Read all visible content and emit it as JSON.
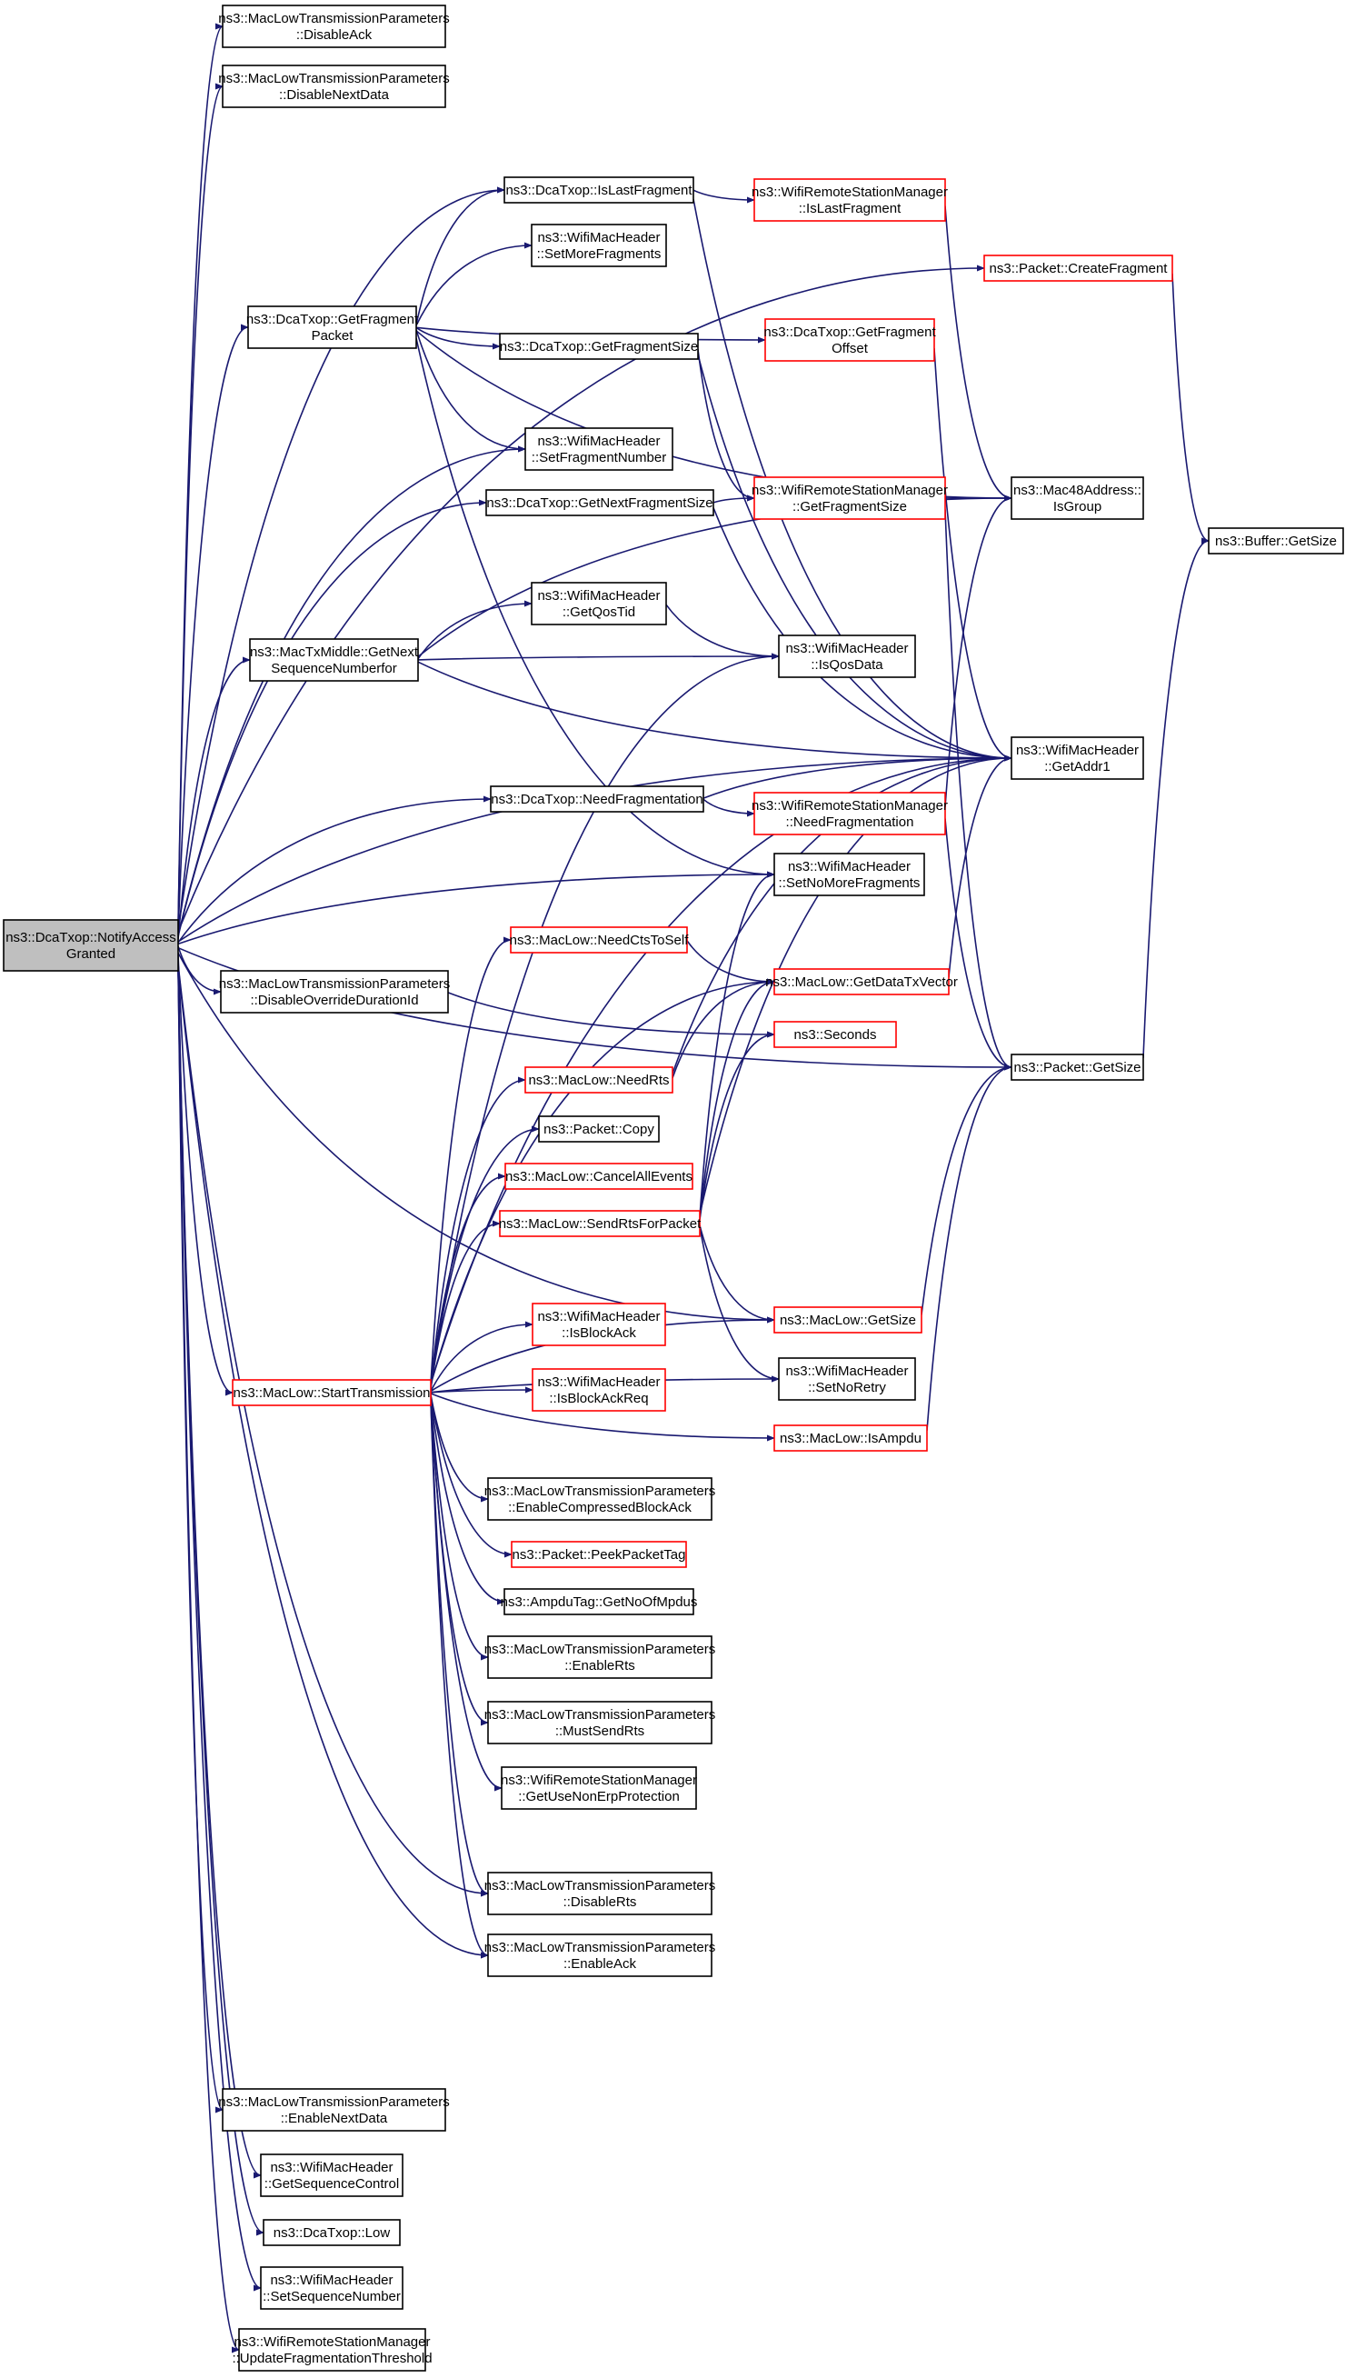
{
  "colors": {
    "edge": "#191970",
    "node_border_normal": "#000000",
    "node_border_truncated": "#ff0000",
    "root_fill": "#bfbfbf"
  },
  "nodes": {
    "root": {
      "lines": [
        "ns3::DcaTxop::NotifyAccess",
        "Granted"
      ],
      "kind": "root"
    },
    "disableAck": {
      "lines": [
        "ns3::MacLowTransmissionParameters",
        "::DisableAck"
      ],
      "kind": "black"
    },
    "disableNextData": {
      "lines": [
        "ns3::MacLowTransmissionParameters",
        "::DisableNextData"
      ],
      "kind": "black"
    },
    "isLastFragment": {
      "lines": [
        "ns3::DcaTxop::IsLastFragment"
      ],
      "kind": "black"
    },
    "setMoreFragments": {
      "lines": [
        "ns3::WifiMacHeader",
        "::SetMoreFragments"
      ],
      "kind": "black"
    },
    "getFragmentPacket": {
      "lines": [
        "ns3::DcaTxop::GetFragment",
        "Packet"
      ],
      "kind": "black"
    },
    "getFragmentSize": {
      "lines": [
        "ns3::DcaTxop::GetFragmentSize"
      ],
      "kind": "black"
    },
    "setFragmentNumber": {
      "lines": [
        "ns3::WifiMacHeader",
        "::SetFragmentNumber"
      ],
      "kind": "black"
    },
    "getNextFragmentSize": {
      "lines": [
        "ns3::DcaTxop::GetNextFragmentSize"
      ],
      "kind": "black"
    },
    "getQosTid": {
      "lines": [
        "ns3::WifiMacHeader",
        "::GetQosTid"
      ],
      "kind": "black"
    },
    "getNextSeq": {
      "lines": [
        "ns3::MacTxMiddle::GetNext",
        "SequenceNumberfor"
      ],
      "kind": "black"
    },
    "needFragmentation": {
      "lines": [
        "ns3::DcaTxop::NeedFragmentation"
      ],
      "kind": "black"
    },
    "wrsmIsLastFragment": {
      "lines": [
        "ns3::WifiRemoteStationManager",
        "::IsLastFragment"
      ],
      "kind": "red"
    },
    "createFragment": {
      "lines": [
        "ns3::Packet::CreateFragment"
      ],
      "kind": "red"
    },
    "getFragmentOffset": {
      "lines": [
        "ns3::DcaTxop::GetFragment",
        "Offset"
      ],
      "kind": "red"
    },
    "wrsmGetFragmentSize": {
      "lines": [
        "ns3::WifiRemoteStationManager",
        "::GetFragmentSize"
      ],
      "kind": "red"
    },
    "isGroup": {
      "lines": [
        "ns3::Mac48Address::",
        "IsGroup"
      ],
      "kind": "black"
    },
    "bufferGetSize": {
      "lines": [
        "ns3::Buffer::GetSize"
      ],
      "kind": "black"
    },
    "isQosData": {
      "lines": [
        "ns3::WifiMacHeader",
        "::IsQosData"
      ],
      "kind": "black"
    },
    "getAddr1": {
      "lines": [
        "ns3::WifiMacHeader",
        "::GetAddr1"
      ],
      "kind": "black"
    },
    "wrsmNeedFragmentation": {
      "lines": [
        "ns3::WifiRemoteStationManager",
        "::NeedFragmentation"
      ],
      "kind": "red"
    },
    "setNoMoreFragments": {
      "lines": [
        "ns3::WifiMacHeader",
        "::SetNoMoreFragments"
      ],
      "kind": "black"
    },
    "disableOverride": {
      "lines": [
        "ns3::MacLowTransmissionParameters",
        "::DisableOverrideDurationId"
      ],
      "kind": "black"
    },
    "needCtsToSelf": {
      "lines": [
        "ns3::MacLow::NeedCtsToSelf"
      ],
      "kind": "red"
    },
    "getDataTxVector": {
      "lines": [
        "ns3::MacLow::GetDataTxVector"
      ],
      "kind": "red"
    },
    "seconds": {
      "lines": [
        "ns3::Seconds"
      ],
      "kind": "red"
    },
    "needRts": {
      "lines": [
        "ns3::MacLow::NeedRts"
      ],
      "kind": "red"
    },
    "packetGetSize": {
      "lines": [
        "ns3::Packet::GetSize"
      ],
      "kind": "black"
    },
    "packetCopy": {
      "lines": [
        "ns3::Packet::Copy"
      ],
      "kind": "black"
    },
    "cancelAllEvents": {
      "lines": [
        "ns3::MacLow::CancelAllEvents"
      ],
      "kind": "red"
    },
    "sendRtsForPacket": {
      "lines": [
        "ns3::MacLow::SendRtsForPacket"
      ],
      "kind": "red"
    },
    "macLowGetSize": {
      "lines": [
        "ns3::MacLow::GetSize"
      ],
      "kind": "red"
    },
    "isBlockAck": {
      "lines": [
        "ns3::WifiMacHeader",
        "::IsBlockAck"
      ],
      "kind": "red"
    },
    "setNoRetry": {
      "lines": [
        "ns3::WifiMacHeader",
        "::SetNoRetry"
      ],
      "kind": "black"
    },
    "startTransmission": {
      "lines": [
        "ns3::MacLow::StartTransmission"
      ],
      "kind": "red"
    },
    "isBlockAckReq": {
      "lines": [
        "ns3::WifiMacHeader",
        "::IsBlockAckReq"
      ],
      "kind": "red"
    },
    "isAmpdu": {
      "lines": [
        "ns3::MacLow::IsAmpdu"
      ],
      "kind": "red"
    },
    "enableCompressedBlockAck": {
      "lines": [
        "ns3::MacLowTransmissionParameters",
        "::EnableCompressedBlockAck"
      ],
      "kind": "black"
    },
    "peekPacketTag": {
      "lines": [
        "ns3::Packet::PeekPacketTag"
      ],
      "kind": "red"
    },
    "getNoOfMpdus": {
      "lines": [
        "ns3::AmpduTag::GetNoOfMpdus"
      ],
      "kind": "black"
    },
    "enableRts": {
      "lines": [
        "ns3::MacLowTransmissionParameters",
        "::EnableRts"
      ],
      "kind": "black"
    },
    "mustSendRts": {
      "lines": [
        "ns3::MacLowTransmissionParameters",
        "::MustSendRts"
      ],
      "kind": "black"
    },
    "getUseNonErp": {
      "lines": [
        "ns3::WifiRemoteStationManager",
        "::GetUseNonErpProtection"
      ],
      "kind": "black"
    },
    "disableRts": {
      "lines": [
        "ns3::MacLowTransmissionParameters",
        "::DisableRts"
      ],
      "kind": "black"
    },
    "enableAck": {
      "lines": [
        "ns3::MacLowTransmissionParameters",
        "::EnableAck"
      ],
      "kind": "black"
    },
    "enableNextData": {
      "lines": [
        "ns3::MacLowTransmissionParameters",
        "::EnableNextData"
      ],
      "kind": "black"
    },
    "getSequenceControl": {
      "lines": [
        "ns3::WifiMacHeader",
        "::GetSequenceControl"
      ],
      "kind": "black"
    },
    "dcaLow": {
      "lines": [
        "ns3::DcaTxop::Low"
      ],
      "kind": "black"
    },
    "setSequenceNumber": {
      "lines": [
        "ns3::WifiMacHeader",
        "::SetSequenceNumber"
      ],
      "kind": "black"
    },
    "updateFragThreshold": {
      "lines": [
        "ns3::WifiRemoteStationManager",
        "::UpdateFragmentationThreshold"
      ],
      "kind": "black"
    }
  },
  "edges": [
    [
      "root",
      "disableAck"
    ],
    [
      "root",
      "disableNextData"
    ],
    [
      "root",
      "isLastFragment"
    ],
    [
      "root",
      "getFragmentPacket"
    ],
    [
      "root",
      "setFragmentNumber"
    ],
    [
      "root",
      "getNextFragmentSize"
    ],
    [
      "root",
      "getNextSeq"
    ],
    [
      "root",
      "needFragmentation"
    ],
    [
      "root",
      "createFragment"
    ],
    [
      "root",
      "setNoMoreFragments"
    ],
    [
      "root",
      "getAddr1"
    ],
    [
      "root",
      "disableOverride"
    ],
    [
      "root",
      "startTransmission"
    ],
    [
      "root",
      "disableRts"
    ],
    [
      "root",
      "enableAck"
    ],
    [
      "root",
      "macLowGetSize"
    ],
    [
      "root",
      "packetGetSize"
    ],
    [
      "root",
      "enableNextData"
    ],
    [
      "root",
      "getSequenceControl"
    ],
    [
      "root",
      "dcaLow"
    ],
    [
      "root",
      "setSequenceNumber"
    ],
    [
      "root",
      "updateFragThreshold"
    ],
    [
      "isLastFragment",
      "wrsmIsLastFragment"
    ],
    [
      "isLastFragment",
      "getAddr1"
    ],
    [
      "getFragmentPacket",
      "isLastFragment"
    ],
    [
      "getFragmentPacket",
      "setMoreFragments"
    ],
    [
      "getFragmentPacket",
      "getFragmentSize"
    ],
    [
      "getFragmentPacket",
      "getFragmentOffset"
    ],
    [
      "getFragmentPacket",
      "setFragmentNumber"
    ],
    [
      "getFragmentPacket",
      "setNoMoreFragments"
    ],
    [
      "getFragmentPacket",
      "isGroup"
    ],
    [
      "getFragmentSize",
      "wrsmGetFragmentSize"
    ],
    [
      "getFragmentSize",
      "getAddr1"
    ],
    [
      "getNextFragmentSize",
      "wrsmGetFragmentSize"
    ],
    [
      "getNextFragmentSize",
      "getAddr1"
    ],
    [
      "getNextSeq",
      "getQosTid"
    ],
    [
      "getNextSeq",
      "isQosData"
    ],
    [
      "getNextSeq",
      "getAddr1"
    ],
    [
      "getNextSeq",
      "isGroup"
    ],
    [
      "getQosTid",
      "isQosData"
    ],
    [
      "needFragmentation",
      "wrsmNeedFragmentation"
    ],
    [
      "needFragmentation",
      "getAddr1"
    ],
    [
      "wrsmIsLastFragment",
      "isGroup"
    ],
    [
      "createFragment",
      "bufferGetSize"
    ],
    [
      "getFragmentOffset",
      "getAddr1"
    ],
    [
      "wrsmGetFragmentSize",
      "isGroup"
    ],
    [
      "wrsmGetFragmentSize",
      "packetGetSize"
    ],
    [
      "wrsmNeedFragmentation",
      "isGroup"
    ],
    [
      "wrsmNeedFragmentation",
      "packetGetSize"
    ],
    [
      "disableOverride",
      "seconds"
    ],
    [
      "needCtsToSelf",
      "getDataTxVector"
    ],
    [
      "needRts",
      "getDataTxVector"
    ],
    [
      "needRts",
      "getAddr1"
    ],
    [
      "getDataTxVector",
      "getAddr1"
    ],
    [
      "packetGetSize",
      "bufferGetSize"
    ],
    [
      "sendRtsForPacket",
      "getDataTxVector"
    ],
    [
      "sendRtsForPacket",
      "seconds"
    ],
    [
      "sendRtsForPacket",
      "macLowGetSize"
    ],
    [
      "sendRtsForPacket",
      "setNoRetry"
    ],
    [
      "sendRtsForPacket",
      "getAddr1"
    ],
    [
      "sendRtsForPacket",
      "setNoMoreFragments"
    ],
    [
      "macLowGetSize",
      "packetGetSize"
    ],
    [
      "isAmpdu",
      "packetGetSize"
    ],
    [
      "startTransmission",
      "needCtsToSelf"
    ],
    [
      "startTransmission",
      "needRts"
    ],
    [
      "startTransmission",
      "packetCopy"
    ],
    [
      "startTransmission",
      "cancelAllEvents"
    ],
    [
      "startTransmission",
      "sendRtsForPacket"
    ],
    [
      "startTransmission",
      "isBlockAck"
    ],
    [
      "startTransmission",
      "isBlockAckReq"
    ],
    [
      "startTransmission",
      "isAmpdu"
    ],
    [
      "startTransmission",
      "enableCompressedBlockAck"
    ],
    [
      "startTransmission",
      "peekPacketTag"
    ],
    [
      "startTransmission",
      "getNoOfMpdus"
    ],
    [
      "startTransmission",
      "enableRts"
    ],
    [
      "startTransmission",
      "mustSendRts"
    ],
    [
      "startTransmission",
      "getUseNonErp"
    ],
    [
      "startTransmission",
      "disableRts"
    ],
    [
      "startTransmission",
      "enableAck"
    ],
    [
      "startTransmission",
      "getDataTxVector"
    ],
    [
      "startTransmission",
      "isQosData"
    ],
    [
      "startTransmission",
      "macLowGetSize"
    ],
    [
      "startTransmission",
      "setNoRetry"
    ],
    [
      "startTransmission",
      "getAddr1"
    ]
  ]
}
